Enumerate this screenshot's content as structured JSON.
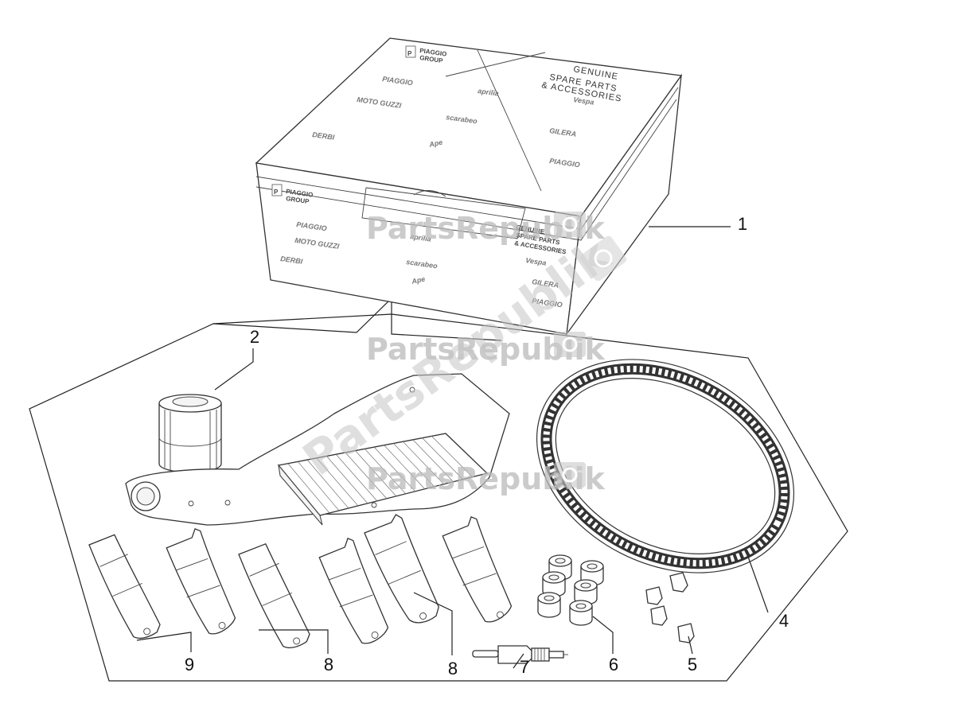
{
  "box": {
    "logo_line1": "PIAGGIO",
    "logo_line2": "GROUP",
    "logo_letter": "P",
    "headline_lines": [
      "GENUINE",
      "SPARE PARTS",
      "& ACCESSORIES"
    ],
    "brands": [
      "PIAGGIO",
      "aprilia",
      "MOTO GUZZI",
      "scarabeo",
      "Vespa",
      "DERBI",
      "Ape",
      "GILERA",
      "PIAGGIO"
    ]
  },
  "callouts": [
    {
      "id": "callout-1",
      "label": "1"
    },
    {
      "id": "callout-2",
      "label": "2"
    },
    {
      "id": "callout-4",
      "label": "4"
    },
    {
      "id": "callout-5",
      "label": "5"
    },
    {
      "id": "callout-6",
      "label": "6"
    },
    {
      "id": "callout-7",
      "label": "7"
    },
    {
      "id": "callout-8a",
      "label": "8"
    },
    {
      "id": "callout-8b",
      "label": "8"
    },
    {
      "id": "callout-9",
      "label": "9"
    }
  ],
  "watermark": {
    "text": "PartsRepublik"
  }
}
